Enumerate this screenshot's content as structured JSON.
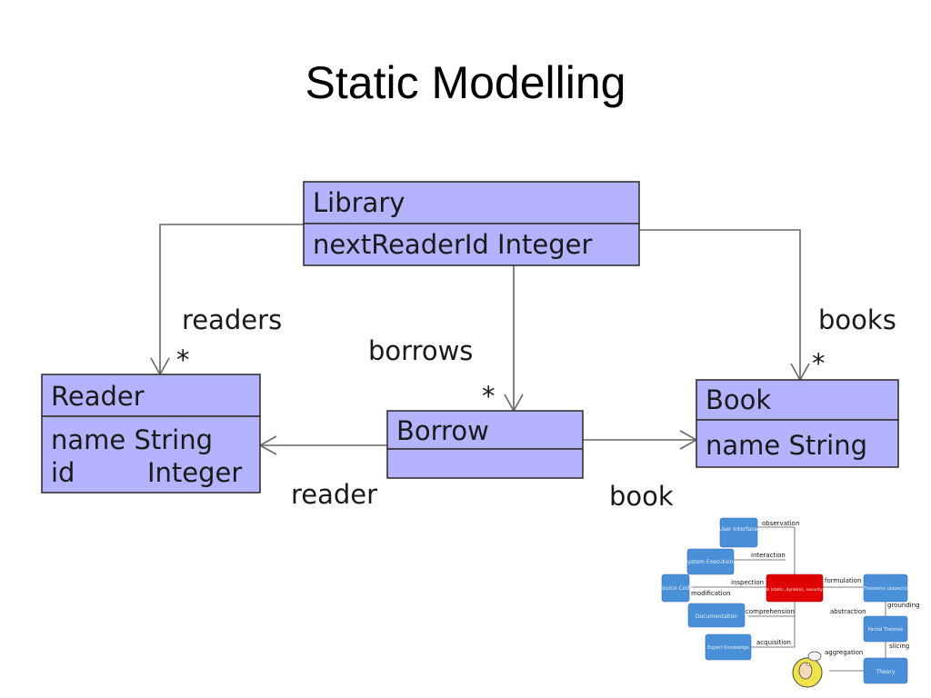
{
  "slide": {
    "title": "Static Modelling"
  },
  "uml": {
    "library": {
      "name": "Library",
      "attr": "nextReaderId Integer"
    },
    "reader": {
      "name": "Reader",
      "attr1": "name String",
      "attr2_name": "id",
      "attr2_type": "Integer"
    },
    "borrow": {
      "name": "Borrow"
    },
    "book": {
      "name": "Book",
      "attr": "name String"
    },
    "associations": {
      "readers": "readers",
      "readers_mult": "*",
      "borrows": "borrows",
      "borrows_mult": "*",
      "books": "books",
      "books_mult": "*",
      "reader": "reader",
      "book": "book"
    }
  },
  "mini_diagram": {
    "nodes": {
      "user_interface": "User Interface",
      "system_executions": "System Executions",
      "source_code": "Source Code",
      "models": "Models (static, dynamic, security, etc.)",
      "theorems": "Theorems (aspects)",
      "documentation": "Documentation",
      "partial_theories": "Partial Theories",
      "expert_knowledge": "Expert Knowledge",
      "theory": "Theory"
    },
    "edges": {
      "observation": "observation",
      "interaction": "interaction",
      "inspection": "inspection",
      "modification": "modification",
      "formulation": "formulation",
      "comprehension": "comprehension",
      "acquisition": "acquisition",
      "grounding": "grounding",
      "abstraction": "abstraction",
      "slicing": "slicing",
      "aggregation": "aggregation"
    }
  }
}
